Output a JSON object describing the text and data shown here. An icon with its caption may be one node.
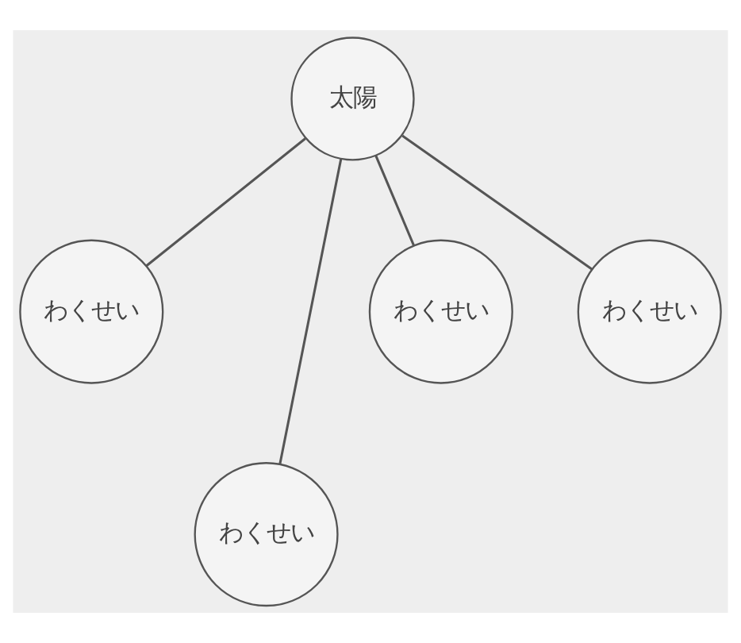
{
  "diagram": {
    "nodes": [
      {
        "text": [
          "太陽"
        ]
      },
      {
        "text": [
          "わくせい"
        ]
      },
      {
        "text": [
          "わくせい"
        ]
      },
      {
        "text": [
          "わくせい"
        ]
      },
      {
        "text": [
          "わくせい"
        ]
      }
    ],
    "edges": [
      {
        "from": 0,
        "to": 1,
        "arrow": "none"
      },
      {
        "from": 0,
        "to": 4,
        "arrow": "none"
      },
      {
        "from": 0,
        "to": 2,
        "arrow": "none"
      },
      {
        "from": 0,
        "to": 3,
        "arrow": "none"
      }
    ]
  }
}
